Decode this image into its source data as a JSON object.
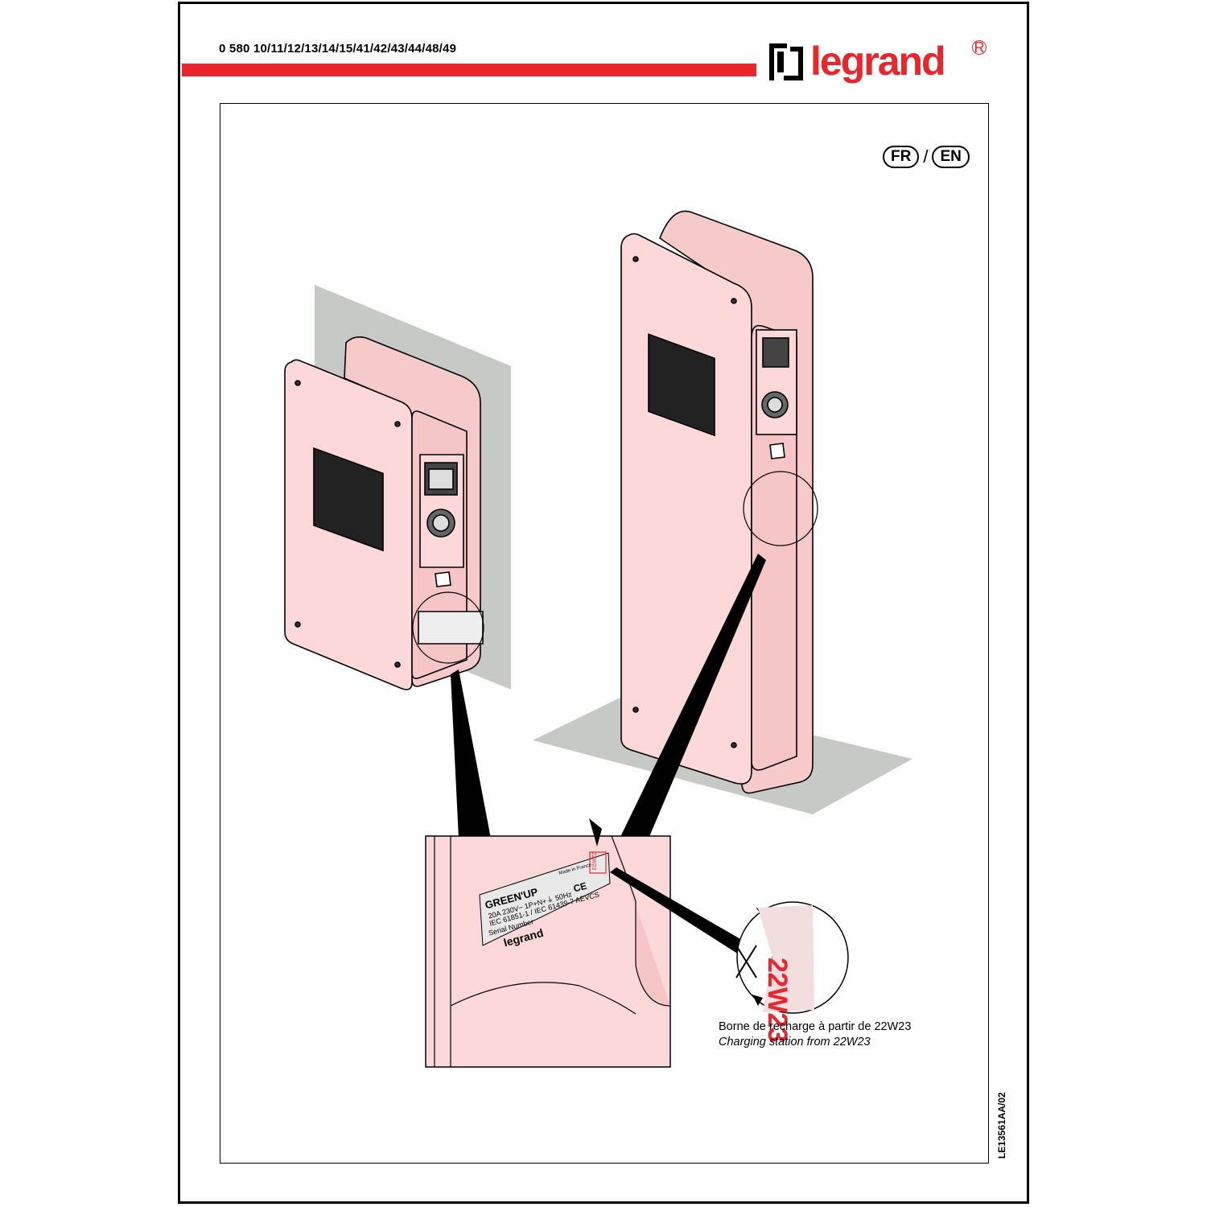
{
  "header": {
    "reference": "0 580 10/11/12/13/14/15/41/42/43/44/48/49",
    "brand": "legrand",
    "registered": "R"
  },
  "languages": {
    "first": "FR",
    "separator": "/",
    "second": "EN"
  },
  "label": {
    "product": "GREEN'UP",
    "spec_line1": "20A 230V~ 1P+N+⏚ 50Hz",
    "spec_line2": "IEC 61851-1 / IEC 61439-7 AEVCS",
    "serial": "Serial Number",
    "brand": "legrand",
    "made_in": "Made in France",
    "ce": "CE",
    "date_code_small": "22W23"
  },
  "zoom": {
    "date_code": "22W23"
  },
  "caption": {
    "fr": "Borne de recharge à partir de 22W23",
    "en": "Charging station from 22W23"
  },
  "document_code": "LE13561AA/02",
  "colors": {
    "accent_red": "#e8262c",
    "housing_pink": "#fdd8d8",
    "surface_grey": "#c6c9c6"
  },
  "icons": [
    "legrand-logo-icon",
    "socket-icon",
    "led-panel-icon",
    "magnifier-circle-icon"
  ]
}
